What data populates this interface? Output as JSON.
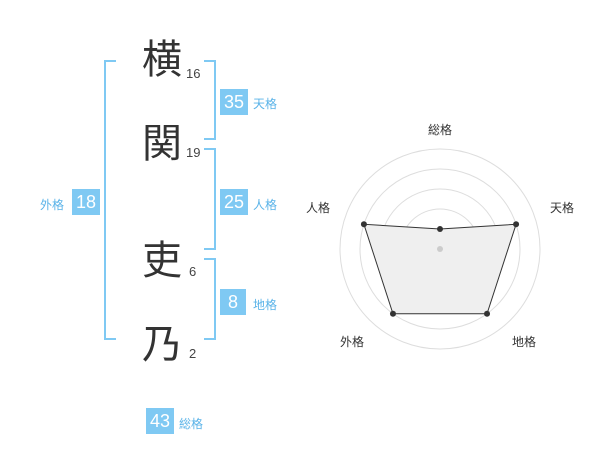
{
  "name": {
    "characters": [
      {
        "char": "横",
        "strokes": "16"
      },
      {
        "char": "関",
        "strokes": "19"
      },
      {
        "char": "吏",
        "strokes": "6"
      },
      {
        "char": "乃",
        "strokes": "2"
      }
    ]
  },
  "kaku": {
    "tenkaku": {
      "value": "35",
      "label": "天格"
    },
    "jinkaku": {
      "value": "25",
      "label": "人格"
    },
    "chikaku": {
      "value": "8",
      "label": "地格"
    },
    "gaikaku": {
      "value": "18",
      "label": "外格"
    },
    "soukaku": {
      "value": "43",
      "label": "総格"
    }
  },
  "chart_data": {
    "type": "radar",
    "axes": [
      "総格",
      "天格",
      "地格",
      "外格",
      "人格"
    ],
    "values": [
      1,
      4,
      4,
      4,
      4
    ],
    "max": 5,
    "rings": 5
  },
  "colors": {
    "accent": "#7fc9f3",
    "label": "#5ab3e8"
  }
}
